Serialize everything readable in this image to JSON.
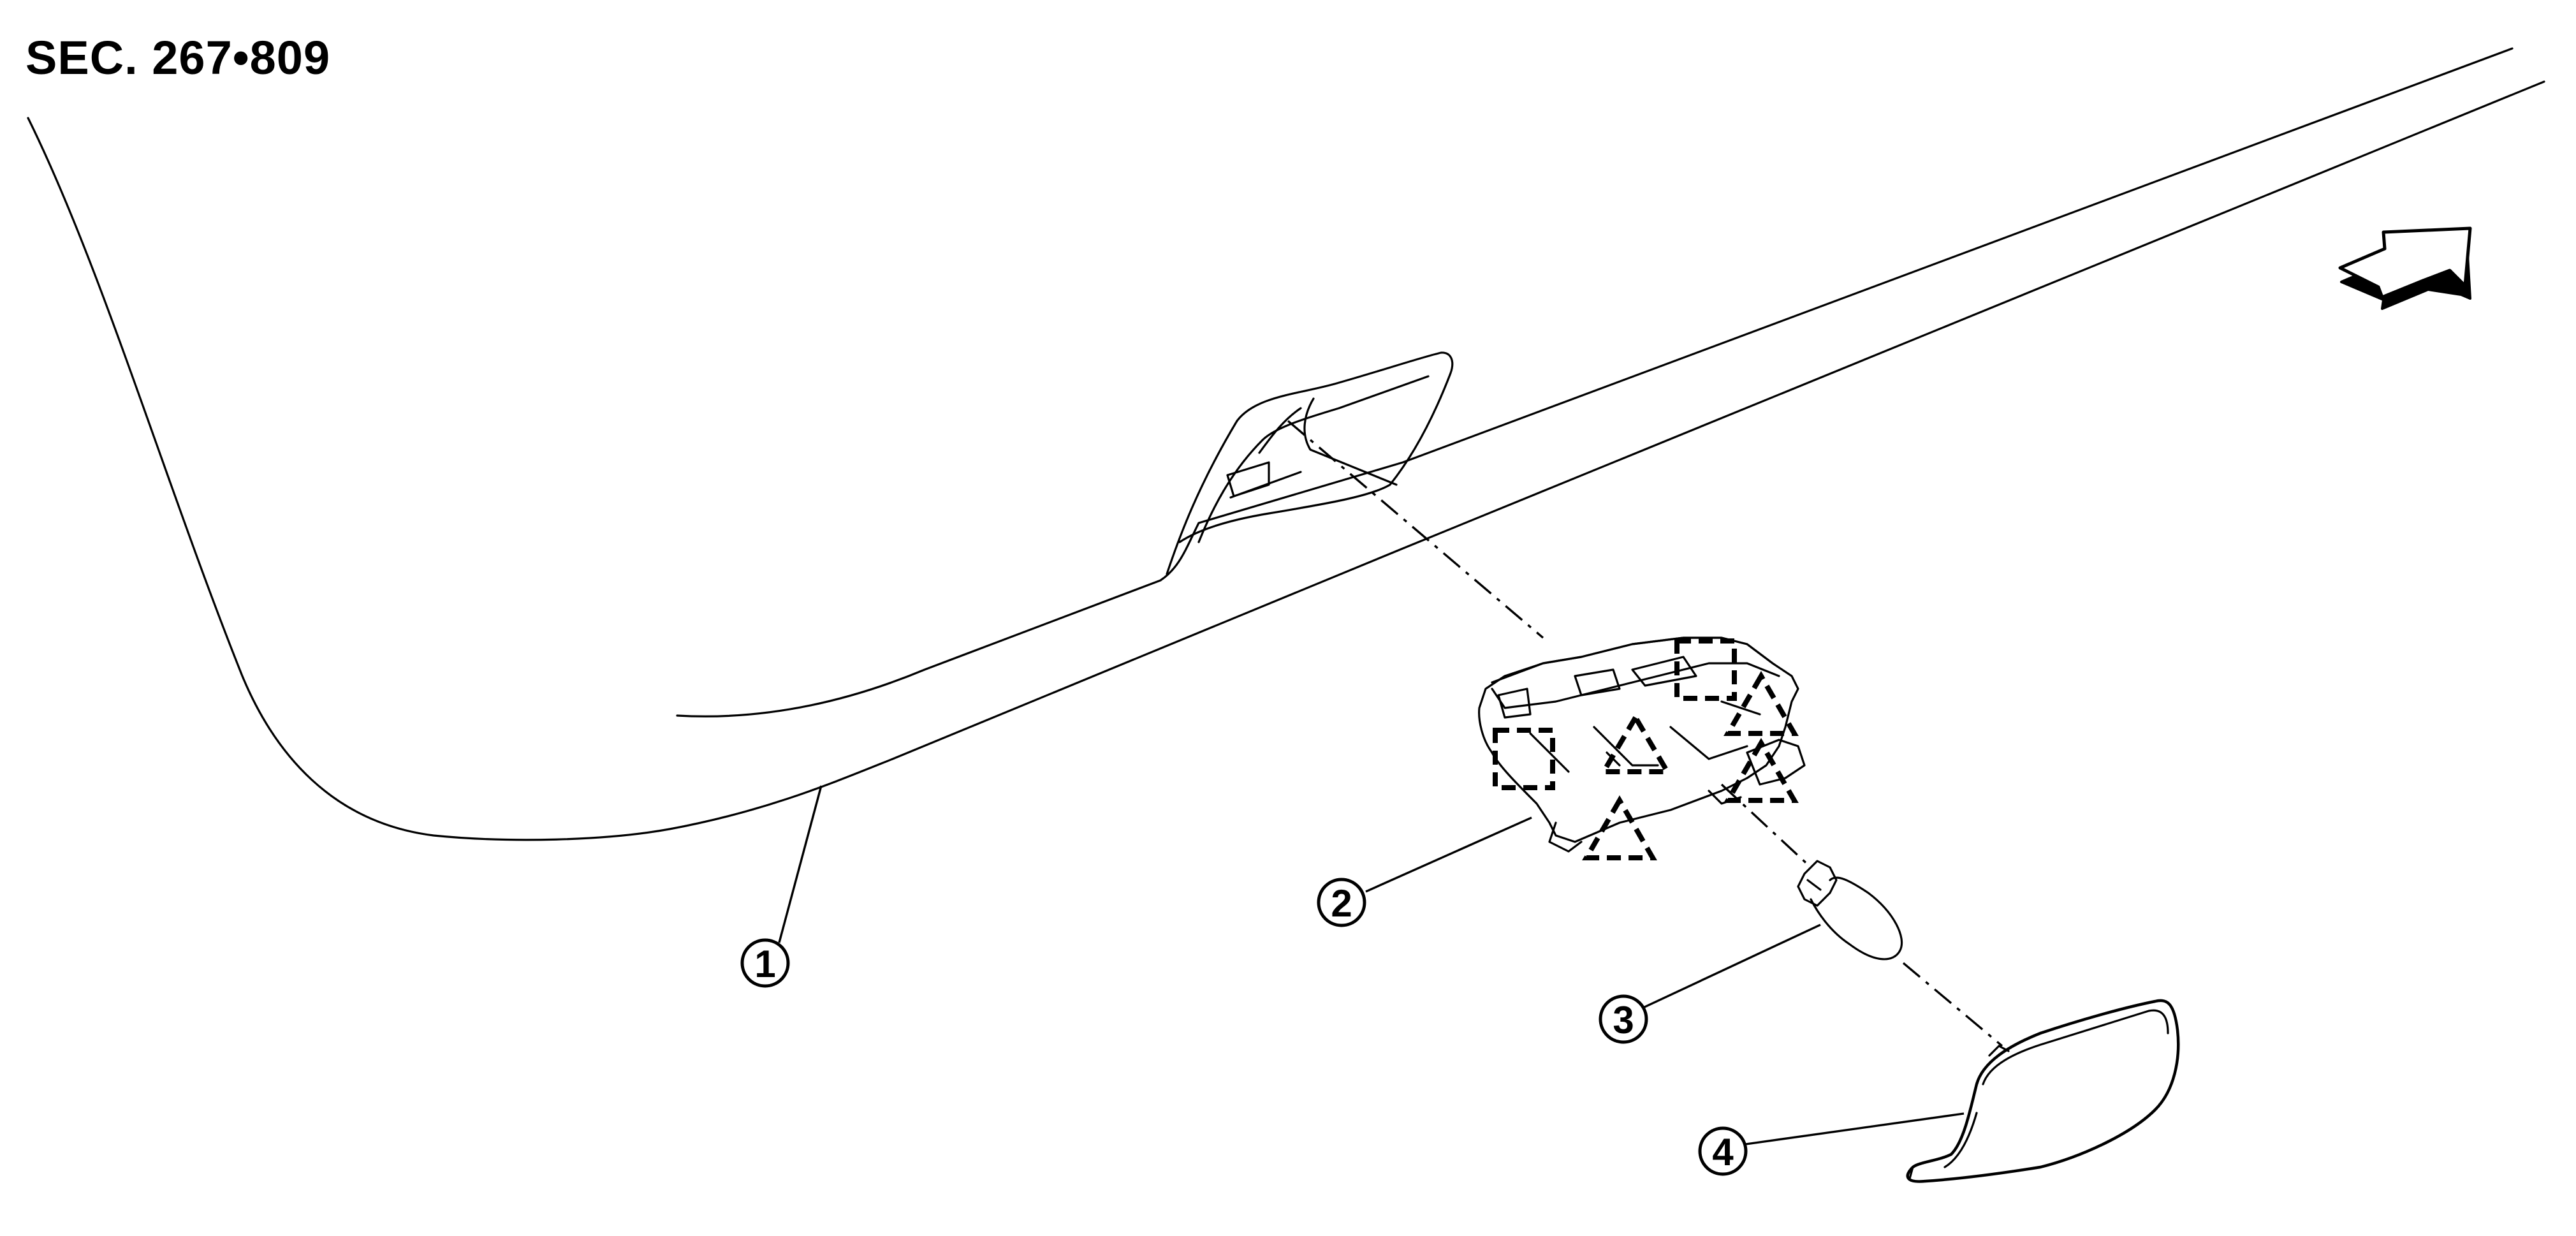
{
  "header": {
    "section_code": "SEC. 267•809"
  },
  "callouts": [
    {
      "id": "1",
      "symbol": "①"
    },
    {
      "id": "2",
      "symbol": "②"
    },
    {
      "id": "3",
      "symbol": "③"
    },
    {
      "id": "4",
      "symbol": "④"
    }
  ],
  "icons": {
    "front_arrow": "direction-arrow-icon",
    "pawl_marker": "dashed-square-icon",
    "metal_clip_marker": "dashed-triangle-icon"
  }
}
